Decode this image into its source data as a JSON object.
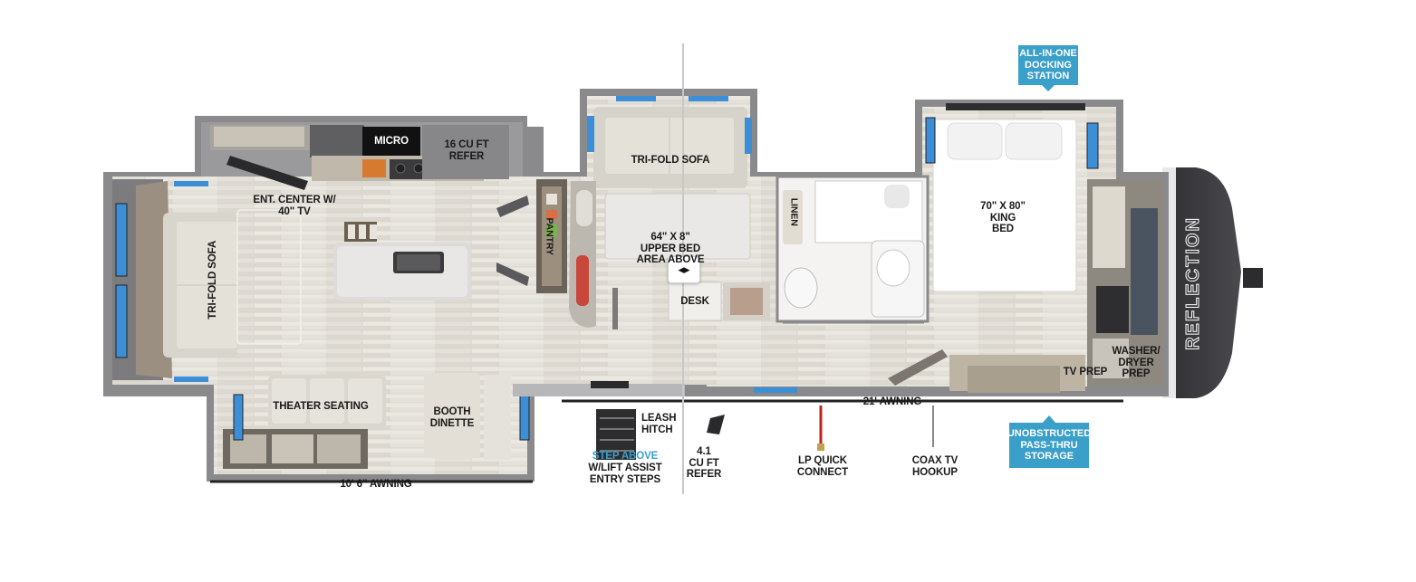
{
  "labels": {
    "micro": "MICRO",
    "refer16": "16 CU FT\nREFER",
    "ent_center": "ENT. CENTER w/\n40\" TV",
    "trifold_left": "TRI-FOLD SOFA",
    "pantry": "PANTRY",
    "trifold_top": "TRI-FOLD SOFA",
    "upper_bed": "64\" x 8\"\nUPPER BED\nAREA ABOVE",
    "desk": "DESK",
    "linen": "LINEN",
    "king_bed": "70\" x 80\"\nKING\nBED",
    "tv_prep": "TV PREP",
    "washer": "WASHER/\nDRYER\nPREP",
    "theater": "THEATER SEATING",
    "booth": "BOOTH\nDINETTE",
    "awning_left": "10' 6\" AWNING",
    "awning_right": "21' AWNING",
    "leash": "LEASH\nHITCH",
    "refer41": "4.1\nCU FT\nREFER",
    "step_above": "STEP ABOVE",
    "lift_assist": "w/LIFT ASSIST\nENTRY STEPS",
    "lp": "LP QUICK\nCONNECT",
    "coax": "COAX TV\nHOOKUP"
  },
  "callouts": {
    "docking": "ALL-IN-ONE\nDOCKING\nSTATION",
    "storage": "UNOBSTRUCTED\nPASS-THRU\nSTORAGE"
  },
  "brand": {
    "logo_text": "REFLECTION"
  },
  "slider": {
    "glyph": "◂▸"
  },
  "colors": {
    "wall": "#8a8a8c",
    "wall_dark": "#6f6f72",
    "floor": "#e6e3dc",
    "carpet_sofa": "#d7d4cb",
    "callout_blue": "#3a9fc9",
    "window_blue": "#3c8fd6",
    "cap_dark": "#3b3b3e"
  }
}
